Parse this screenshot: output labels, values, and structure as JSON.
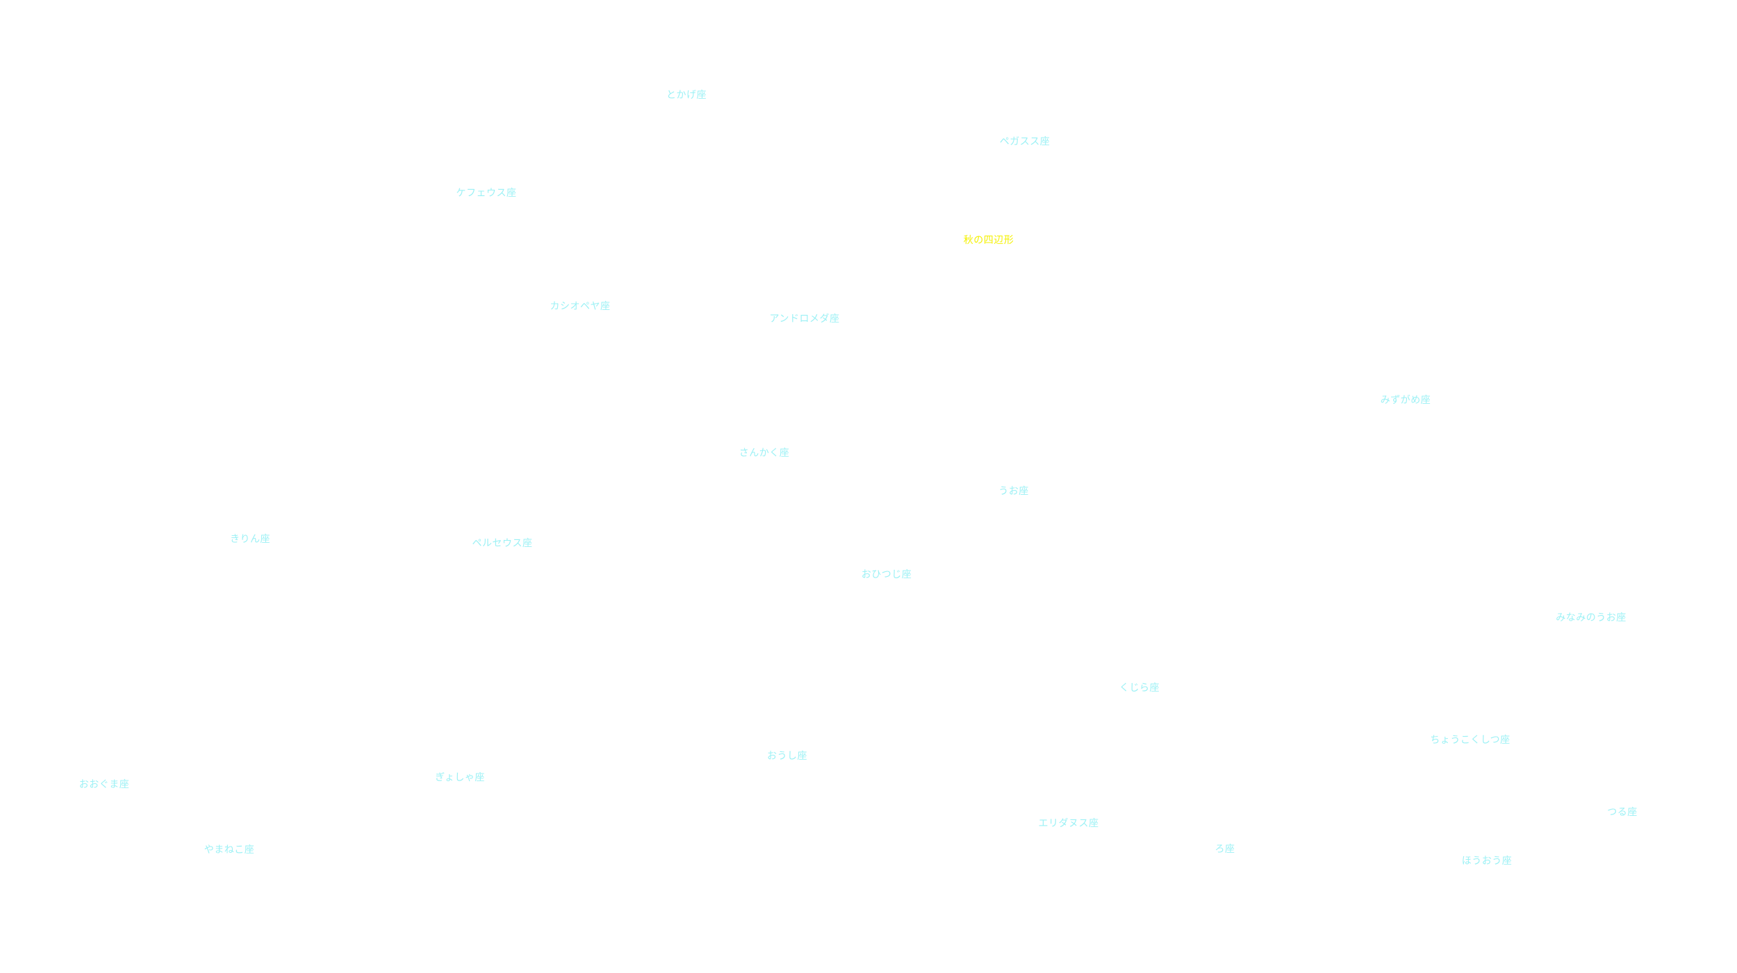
{
  "colors": {
    "constellation_label": "#9cf1f5",
    "asterism_label": "#f4f100",
    "background": "#ffffff"
  },
  "asterism": {
    "autumn_square": "秋の四辺形"
  },
  "constellations": {
    "lacerta": "とかげ座",
    "pegasus": "ペガスス座",
    "cepheus": "ケフェウス座",
    "cassiopeia": "カシオペヤ座",
    "andromeda": "アンドロメダ座",
    "aquarius": "みずがめ座",
    "triangulum": "さんかく座",
    "pisces": "うお座",
    "camelopardalis": "きりん座",
    "perseus": "ペルセウス座",
    "aries": "おひつじ座",
    "piscis_austrinus": "みなみのうお座",
    "cetus": "くじら座",
    "sculptor": "ちょうこくしつ座",
    "taurus": "おうし座",
    "auriga": "ぎょしゃ座",
    "ursa_major": "おおぐま座",
    "grus": "つる座",
    "eridanus": "エリダヌス座",
    "fornax": "ろ座",
    "phoenix": "ほうおう座",
    "lynx": "やまねこ座"
  }
}
